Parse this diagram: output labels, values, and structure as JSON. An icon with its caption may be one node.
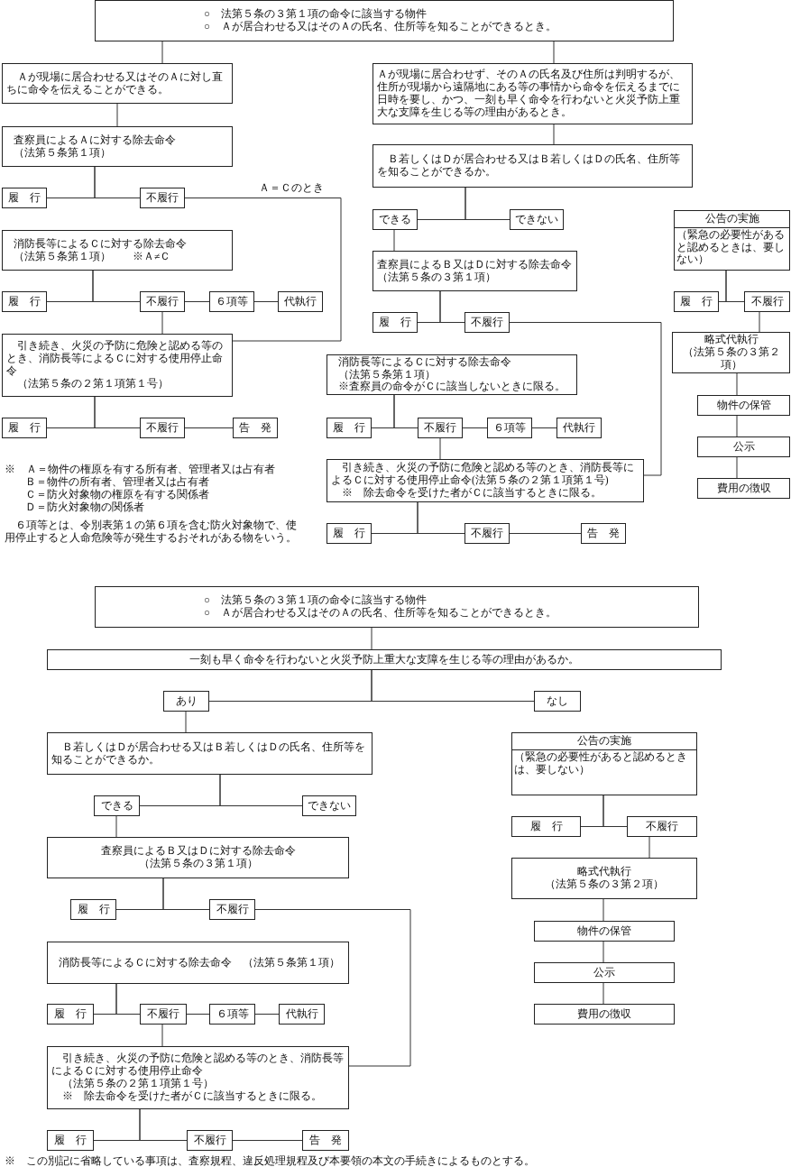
{
  "diagram": {
    "nodes": [
      {
        "text": [
          "○　法第５条の３第１項の命令に該当する物件",
          "○　Ａが居合わせる又はそのＡの氏名、住所等を知ることができるとき。"
        ]
      },
      {
        "text": [
          "Ａが現場に居合わせる又はそのＡに対し直ちに命令を伝えることができる。"
        ]
      },
      {
        "text": [
          "Ａが現場に居合わせず、そのＡの氏名及び住所は判明するが、住所が現場から遠隔地にある等の事情から命令を伝えるまでに日時を要し、かつ、一刻も早く命令を行わないと火災予防上重大な支障を生じる等の理由があるとき。"
        ]
      },
      {
        "text": [
          "査察員によるＡに対する除去命令",
          "（法第５条第１項）"
        ]
      },
      {
        "text": [
          "履　行"
        ]
      },
      {
        "text": [
          "不履行"
        ]
      },
      {
        "text": [
          "消防長等によるＣに対する除去命令",
          "（法第５条第１項）　　※Ａ≠Ｃ"
        ]
      },
      {
        "text": [
          "履　行"
        ]
      },
      {
        "text": [
          "不履行"
        ]
      },
      {
        "text": [
          "６項等"
        ]
      },
      {
        "text": [
          "代執行"
        ]
      },
      {
        "text": [
          "引き続き、火災の予防に危険と認める等のとき、消防長等によるＣに対する使用停止命令",
          "（法第５条の２第１項第１号）"
        ]
      },
      {
        "text": [
          "履　行"
        ]
      },
      {
        "text": [
          "不履行"
        ]
      },
      {
        "text": [
          "告　発"
        ]
      },
      {
        "text": [
          "Ｂ若しくはＤが居合わせる又はＢ若しくはＤの氏名、住所等を知ることができるか。"
        ]
      },
      {
        "text": [
          "できる"
        ]
      },
      {
        "text": [
          "できない"
        ]
      },
      {
        "text": [
          "査察員によるＢ又はＤに対する除去命令",
          "（法第５条の３第１項）"
        ]
      },
      {
        "text": [
          "履　行"
        ]
      },
      {
        "text": [
          "不履行"
        ]
      },
      {
        "text": [
          "消防長等によるＣに対する除去命令",
          "（法第５条第１項）",
          "※査察員の命令がＣに該当しないときに限る。"
        ]
      },
      {
        "text": [
          "履　行"
        ]
      },
      {
        "text": [
          "不履行"
        ]
      },
      {
        "text": [
          "６項等"
        ]
      },
      {
        "text": [
          "代執行"
        ]
      },
      {
        "text": [
          "引き続き、火災の予防に危険と認める等のとき、消防長等によるＣに対する使用停止命令(法第５条の２第１項第１号)",
          "※　除去命令を受けた者がＣに該当するときに限る。"
        ]
      },
      {
        "text": [
          "履　行"
        ]
      },
      {
        "text": [
          "不履行"
        ]
      },
      {
        "text": [
          "告　発"
        ]
      },
      {
        "text": [
          "公告の実施",
          "（緊急の必要性があると認めるときは、要しない）"
        ]
      },
      {
        "text": [
          "履　行"
        ]
      },
      {
        "text": [
          "不履行"
        ]
      },
      {
        "text": [
          "略式代執行",
          "（法第５条の３第２項）"
        ]
      },
      {
        "text": [
          "物件の保管"
        ]
      },
      {
        "text": [
          "公示"
        ]
      },
      {
        "text": [
          "費用の徴収"
        ]
      },
      {
        "text": [
          "○　法第５条の３第１項の命令に該当する物件",
          "○　Ａが居合わせる又はそのＡの氏名、住所等を知ることができるとき。"
        ]
      },
      {
        "text": [
          "一刻も早く命令を行わないと火災予防上重大な支障を生じる等の理由があるか。"
        ]
      },
      {
        "text": [
          "あり"
        ]
      },
      {
        "text": [
          "なし"
        ]
      },
      {
        "text": [
          "Ｂ若しくはＤが居合わせる又はＢ若しくはＤの氏名、住所等を知ることができるか。"
        ]
      },
      {
        "text": [
          "できる"
        ]
      },
      {
        "text": [
          "できない"
        ]
      },
      {
        "text": [
          "査察員によるＢ又はＤに対する除去命令",
          "（法第５条の３第１項）"
        ]
      },
      {
        "text": [
          "履　行"
        ]
      },
      {
        "text": [
          "不履行"
        ]
      },
      {
        "text": [
          "消防長等によるＣに対する除去命令　（法第５条第１項）"
        ]
      },
      {
        "text": [
          "履　行"
        ]
      },
      {
        "text": [
          "不履行"
        ]
      },
      {
        "text": [
          "６項等"
        ]
      },
      {
        "text": [
          "代執行"
        ]
      },
      {
        "text": [
          "引き続き、火災の予防に危険と認める等のとき、消防長等によるＣに対する使用停止命令",
          "（法第５条の２第１項第１号）",
          "※　除去命令を受けた者がＣに該当するときに限る。"
        ]
      },
      {
        "text": [
          "履　行"
        ]
      },
      {
        "text": [
          "不履行"
        ]
      },
      {
        "text": [
          "告　発"
        ]
      },
      {
        "text": [
          "公告の実施",
          "（緊急の必要性があると認めるときは、要しない）"
        ]
      },
      {
        "text": [
          "履　行"
        ]
      },
      {
        "text": [
          "不履行"
        ]
      },
      {
        "text": [
          "略式代執行",
          "（法第５条の３第２項）"
        ]
      },
      {
        "text": [
          "物件の保管"
        ]
      },
      {
        "text": [
          "公示"
        ]
      },
      {
        "text": [
          "費用の徴収"
        ]
      }
    ],
    "edges": [
      {
        "from": 0,
        "to": 1,
        "arrow": "none"
      },
      {
        "from": 0,
        "to": 2,
        "arrow": "none"
      },
      {
        "from": 1,
        "to": 3,
        "arrow": "none"
      },
      {
        "from": 3,
        "to": 4,
        "arrow": "none"
      },
      {
        "from": 3,
        "to": 5,
        "arrow": "none"
      },
      {
        "from": 5,
        "to": 11,
        "arrow": "none",
        "label": "Ａ＝Ｃのとき"
      },
      {
        "from": 6,
        "to": 7,
        "arrow": "none"
      },
      {
        "from": 6,
        "to": 8,
        "arrow": "none"
      },
      {
        "from": 8,
        "to": 9,
        "arrow": "none"
      },
      {
        "from": 9,
        "to": 10,
        "arrow": "none"
      },
      {
        "from": 8,
        "to": 11,
        "arrow": "none"
      },
      {
        "from": 11,
        "to": 12,
        "arrow": "none"
      },
      {
        "from": 11,
        "to": 13,
        "arrow": "none"
      },
      {
        "from": 13,
        "to": 14,
        "arrow": "none"
      },
      {
        "from": 2,
        "to": 15,
        "arrow": "none"
      },
      {
        "from": 15,
        "to": 16,
        "arrow": "none"
      },
      {
        "from": 15,
        "to": 17,
        "arrow": "none"
      },
      {
        "from": 16,
        "to": 18,
        "arrow": "none"
      },
      {
        "from": 18,
        "to": 19,
        "arrow": "none"
      },
      {
        "from": 18,
        "to": 20,
        "arrow": "none"
      },
      {
        "from": 21,
        "to": 22,
        "arrow": "none"
      },
      {
        "from": 21,
        "to": 23,
        "arrow": "none"
      },
      {
        "from": 23,
        "to": 24,
        "arrow": "none"
      },
      {
        "from": 24,
        "to": 25,
        "arrow": "none"
      },
      {
        "from": 23,
        "to": 26,
        "arrow": "none"
      },
      {
        "from": 20,
        "to": 26,
        "arrow": "none"
      },
      {
        "from": 26,
        "to": 27,
        "arrow": "none"
      },
      {
        "from": 26,
        "to": 28,
        "arrow": "none"
      },
      {
        "from": 28,
        "to": 29,
        "arrow": "none"
      },
      {
        "from": 30,
        "to": 31,
        "arrow": "none"
      },
      {
        "from": 30,
        "to": 32,
        "arrow": "none"
      },
      {
        "from": 32,
        "to": 33,
        "arrow": "none"
      },
      {
        "from": 33,
        "to": 34,
        "arrow": "none"
      },
      {
        "from": 34,
        "to": 35,
        "arrow": "none"
      },
      {
        "from": 35,
        "to": 36,
        "arrow": "none"
      },
      {
        "from": 37,
        "to": 38,
        "arrow": "none"
      },
      {
        "from": 38,
        "to": 39,
        "arrow": "none"
      },
      {
        "from": 38,
        "to": 40,
        "arrow": "none"
      },
      {
        "from": 39,
        "to": 41,
        "arrow": "none"
      },
      {
        "from": 41,
        "to": 42,
        "arrow": "none"
      },
      {
        "from": 41,
        "to": 43,
        "arrow": "none"
      },
      {
        "from": 42,
        "to": 44,
        "arrow": "none"
      },
      {
        "from": 44,
        "to": 45,
        "arrow": "none"
      },
      {
        "from": 44,
        "to": 46,
        "arrow": "none"
      },
      {
        "from": 47,
        "to": 48,
        "arrow": "none"
      },
      {
        "from": 47,
        "to": 49,
        "arrow": "none"
      },
      {
        "from": 49,
        "to": 50,
        "arrow": "none"
      },
      {
        "from": 50,
        "to": 51,
        "arrow": "none"
      },
      {
        "from": 49,
        "to": 52,
        "arrow": "none"
      },
      {
        "from": 46,
        "to": 52,
        "arrow": "none"
      },
      {
        "from": 52,
        "to": 53,
        "arrow": "none"
      },
      {
        "from": 52,
        "to": 54,
        "arrow": "none"
      },
      {
        "from": 54,
        "to": 55,
        "arrow": "none"
      },
      {
        "from": 56,
        "to": 57,
        "arrow": "none"
      },
      {
        "from": 56,
        "to": 58,
        "arrow": "none"
      },
      {
        "from": 58,
        "to": 59,
        "arrow": "none"
      },
      {
        "from": 59,
        "to": 60,
        "arrow": "none"
      },
      {
        "from": 60,
        "to": 61,
        "arrow": "none"
      },
      {
        "from": 61,
        "to": 62,
        "arrow": "none"
      }
    ],
    "labels": [
      "※　Ａ＝物件の権原を有する所有者、管理者又は占有者",
      "Ｂ＝物件の所有者、管理者又は占有者",
      "Ｃ＝防火対象物の権原を有する関係者",
      "Ｄ＝防火対象物の関係者",
      "６項等とは、令別表第１の第６項を含む防火対象物で、使用停止すると人命危険等が発生するおそれがある物をいう。",
      "※　この別記に省略している事項は、査察規程、違反処理規程及び本要領の本文の手続きによるものとする。"
    ]
  }
}
